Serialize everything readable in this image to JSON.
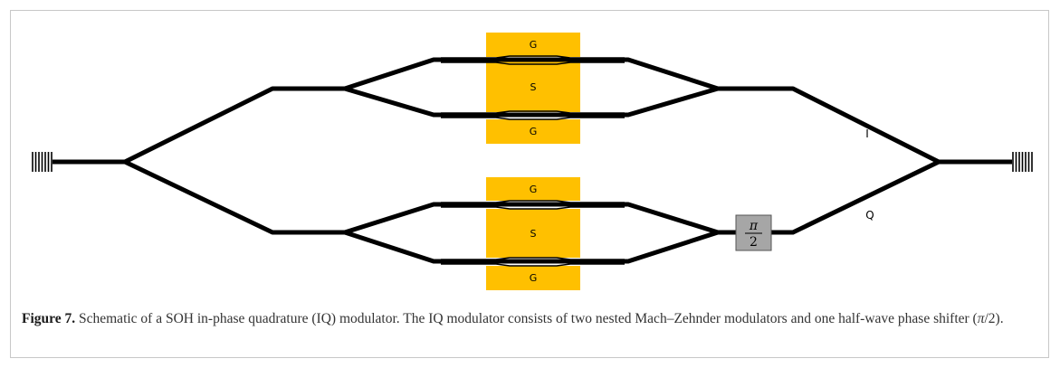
{
  "diagram": {
    "pads": {
      "ground": "G",
      "signal": "S"
    },
    "arm_labels": {
      "in_phase": "I",
      "quadrature": "Q"
    },
    "phase_shifter": {
      "numerator": "π",
      "denominator": "2"
    },
    "colors": {
      "electrode": "#FFC000",
      "waveguide": "#000000",
      "phase_shifter_fill": "#A6A6A6"
    }
  },
  "caption": {
    "label": "Figure 7.",
    "text_before_math": " Schematic of a SOH in-phase quadrature (IQ) modulator. The IQ modulator consists of two nested Mach–Zehnder modulators and one half-wave phase shifter (",
    "math": "π",
    "text_after_math": "/2)."
  }
}
